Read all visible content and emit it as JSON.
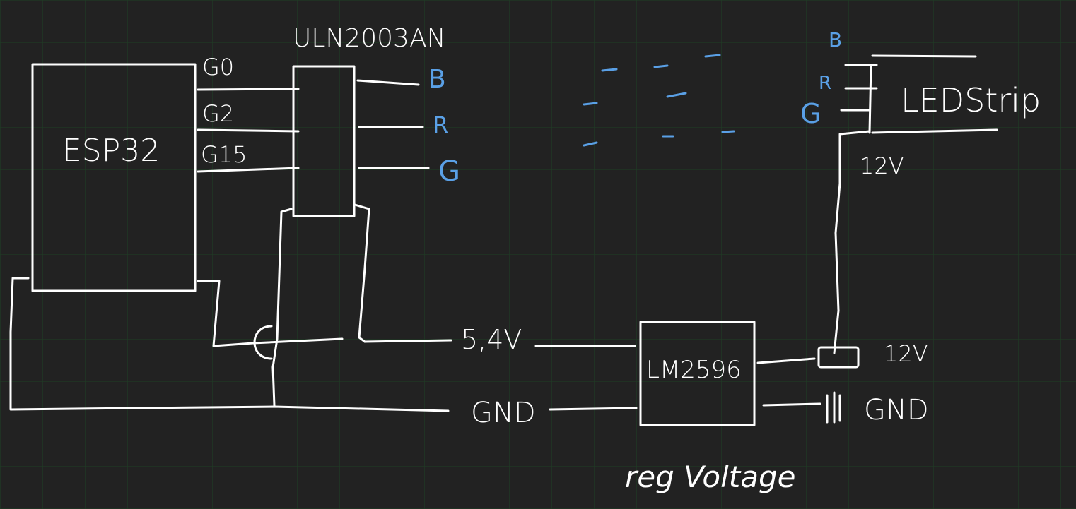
{
  "diagram": {
    "colors": {
      "background": "#222222",
      "grid": "#1f3a24",
      "ink": "#ffffff",
      "accent": "#5aa0e6"
    },
    "esp32": {
      "label": "ESP32",
      "pins": [
        "G0",
        "G2",
        "G15"
      ]
    },
    "driver": {
      "label": "ULN2003AN",
      "outputs": [
        "B",
        "R",
        "G"
      ]
    },
    "led_strip": {
      "label": "LEDStrip",
      "inputs": [
        "B",
        "R",
        "G"
      ],
      "supply": "12V"
    },
    "regulator": {
      "label": "LM2596",
      "caption": "reg Voltage"
    },
    "rails": {
      "v5": "5,4V",
      "gnd_left": "GND",
      "v12": "12V",
      "gnd_right": "GND"
    }
  }
}
